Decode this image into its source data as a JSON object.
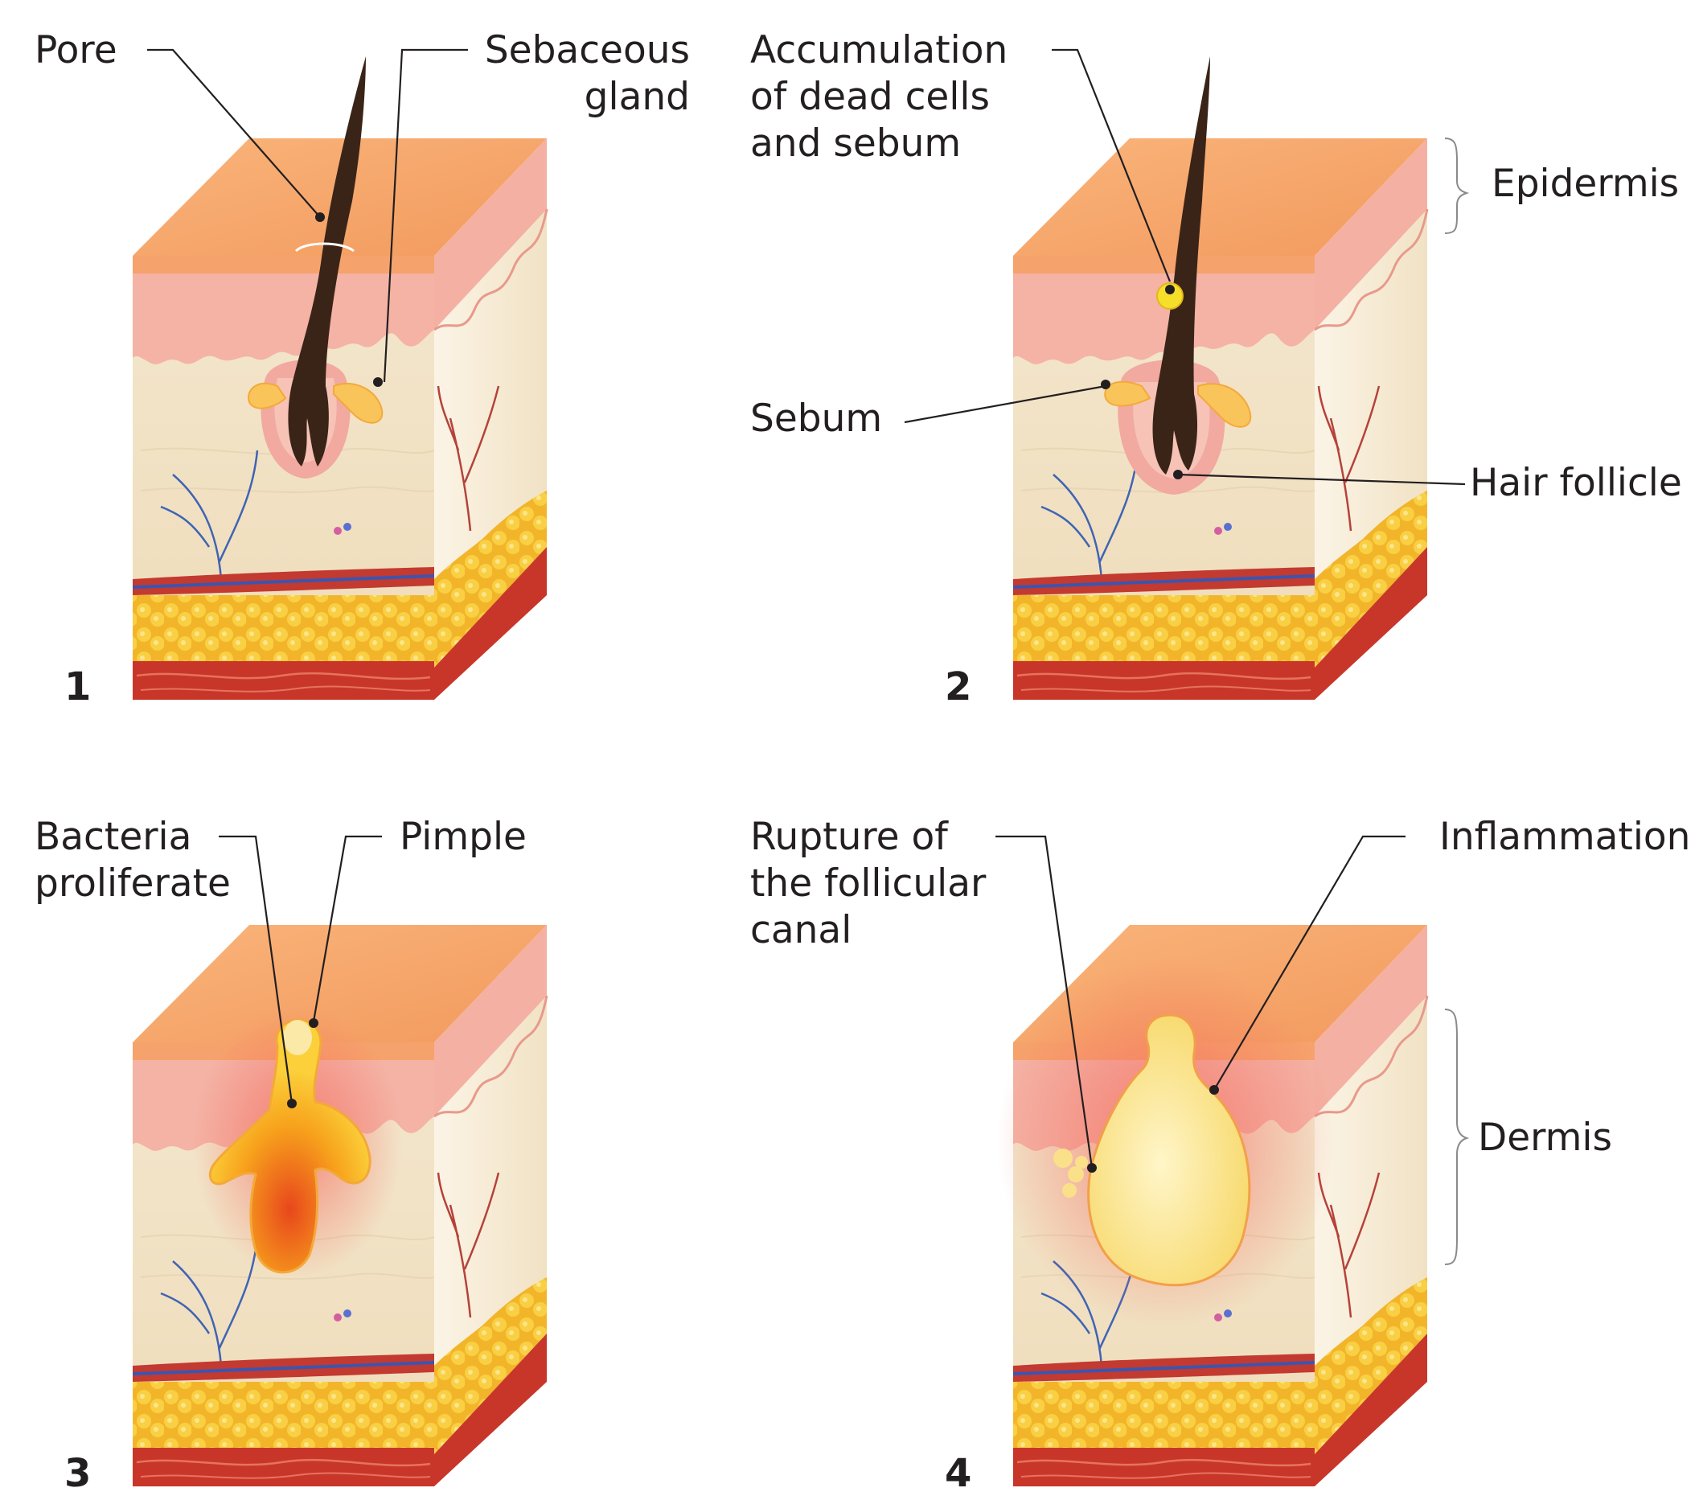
{
  "panels": [
    {
      "number": "1"
    },
    {
      "number": "2"
    },
    {
      "number": "3"
    },
    {
      "number": "4"
    }
  ],
  "labels": {
    "pore": "Pore",
    "sebaceous_gland": [
      "Sebaceous",
      "gland"
    ],
    "accumulation": [
      "Accumulation",
      "of dead cells",
      "and sebum"
    ],
    "epidermis": "Epidermis",
    "sebum": "Sebum",
    "hair_follicle": "Hair follicle",
    "bacteria": [
      "Bacteria",
      "proliferate"
    ],
    "pimple": "Pimple",
    "rupture": [
      "Rupture of",
      "the follicular",
      "canal"
    ],
    "inflammation": "Inflammation",
    "dermis": "Dermis"
  },
  "colors": {
    "epidermis_top": "#f6a66a",
    "epidermis_layer": "#f4b6a6",
    "dermis": "#f3e4c8",
    "fat": "#f7c23a",
    "muscle": "#c8362a",
    "hair": "#3a2418",
    "pus": "#fbe29a",
    "inflamed": "#f48a7a"
  }
}
